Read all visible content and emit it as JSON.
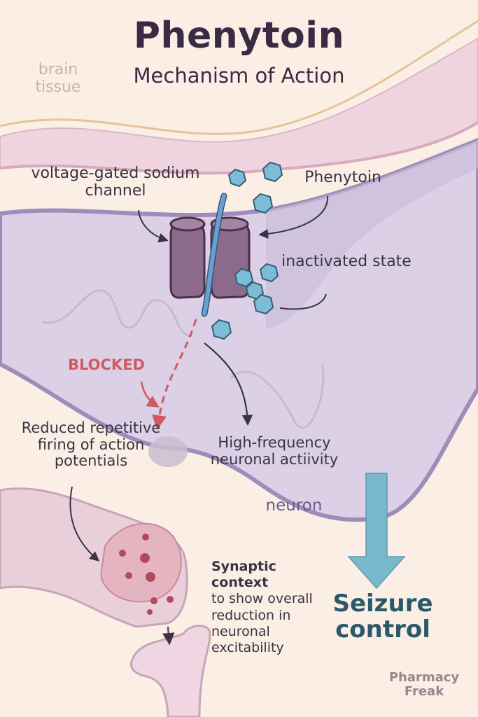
{
  "title": "Phenytoin",
  "subtitle": "Mechanism of Action",
  "background_label": "brain tissue",
  "labels": {
    "channel": "voltage-gated sodium channel",
    "drug": "Phenytoin",
    "inactivated": "inactivated state",
    "blocked": "BLOCKED",
    "reduced": "Reduced repetitive firing of action potentials",
    "high_frequency": "High-frequency neuronal actiivity",
    "neuron": "neuron",
    "synaptic_heading_1": "Synaptic",
    "synaptic_heading_2": "context",
    "synaptic_body": "to show overall reduction in neuronal excitability",
    "outcome": "Seizure control",
    "brand": "Pharmacy Freak"
  },
  "colors": {
    "background": "#fbeee4",
    "tissue": "#efd4e0",
    "neuron": "#dcd0e6",
    "neuron_outline": "#9f8cba",
    "channel": "#8b6a8c",
    "channel_outline": "#4a3048",
    "drug_molecule": "#7cbcd6",
    "blocked": "#cf5a60",
    "outcome_arrow": "#7ab8cc",
    "outcome_text": "#2a5a6a"
  },
  "icons": [
    "sodium-channel-icon",
    "phenytoin-molecule-icon",
    "synaptic-vesicle-icon",
    "down-arrow-icon"
  ]
}
